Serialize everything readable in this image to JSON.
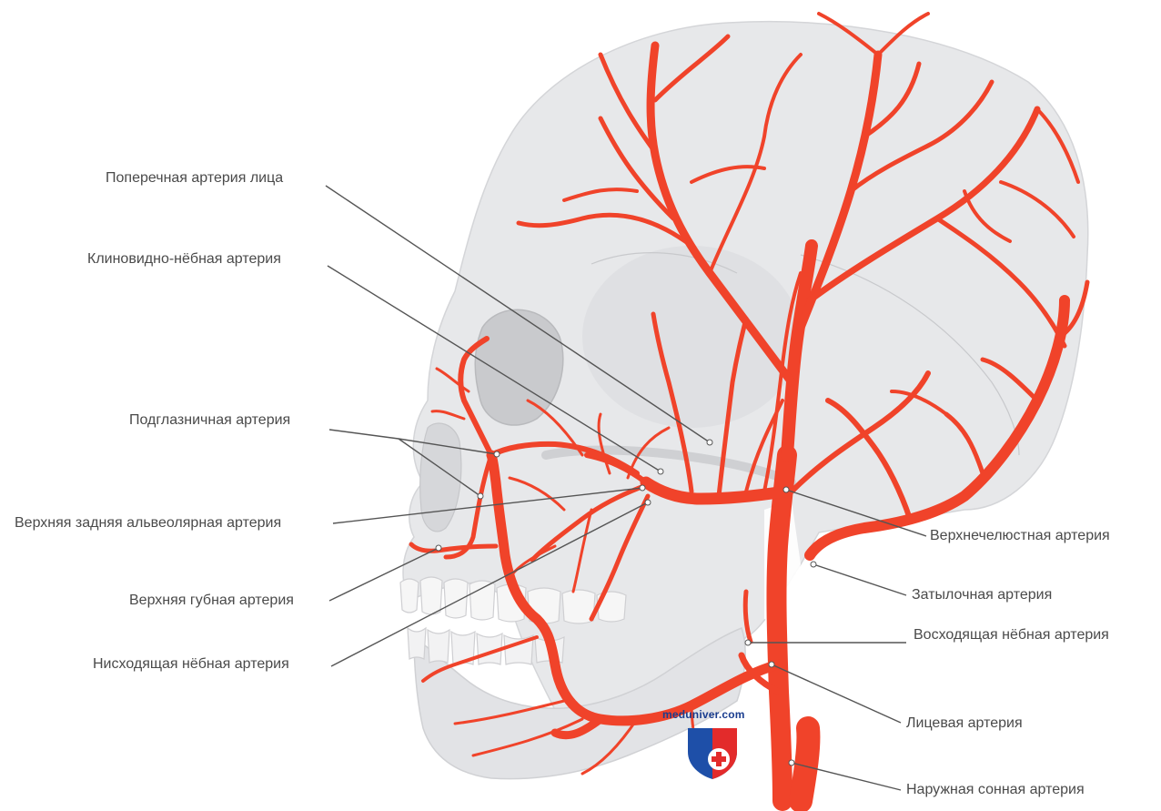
{
  "labels": {
    "transverse_facial": "Поперечная артерия лица",
    "sphenopalatine": "Клиновидно-нёбная артерия",
    "infraorbital": "Подглазничная артерия",
    "posterior_superior_alveolar": "Верхняя задняя альвеолярная артерия",
    "superior_labial": "Верхняя губная артерия",
    "descending_palatine": "Нисходящая нёбная артерия",
    "maxillary": "Верхнечелюстная артерия",
    "occipital": "Затылочная артерия",
    "ascending_palatine": "Восходящая нёбная артерия",
    "facial": "Лицевая артерия",
    "external_carotid": "Наружная сонная артерия"
  },
  "watermark": {
    "text": "meduniver.com"
  },
  "colors": {
    "artery": "#f0432a",
    "skull": "#e7e8ea",
    "skull_shade": "#d9dadd",
    "teeth": "#f4f4f4",
    "leader_line": "#555555",
    "label_text": "#4a4a4a",
    "shield_blue": "#1e4fa8",
    "shield_red": "#e32b2b"
  }
}
